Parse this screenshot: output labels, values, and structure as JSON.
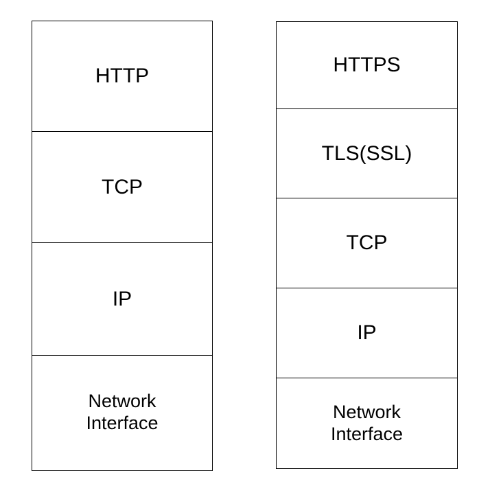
{
  "diagram": {
    "type": "protocol-stack-comparison",
    "background_color": "#ffffff",
    "line_color": "#000000",
    "text_color": "#000000",
    "stacks": [
      {
        "name": "http-stack",
        "layers": [
          {
            "label": "HTTP"
          },
          {
            "label": "TCP"
          },
          {
            "label": "IP"
          },
          {
            "label": "Network\nInterface"
          }
        ]
      },
      {
        "name": "https-stack",
        "layers": [
          {
            "label": "HTTPS"
          },
          {
            "label": "TLS(SSL)"
          },
          {
            "label": "TCP"
          },
          {
            "label": "IP"
          },
          {
            "label": "Network\nInterface"
          }
        ]
      }
    ]
  }
}
